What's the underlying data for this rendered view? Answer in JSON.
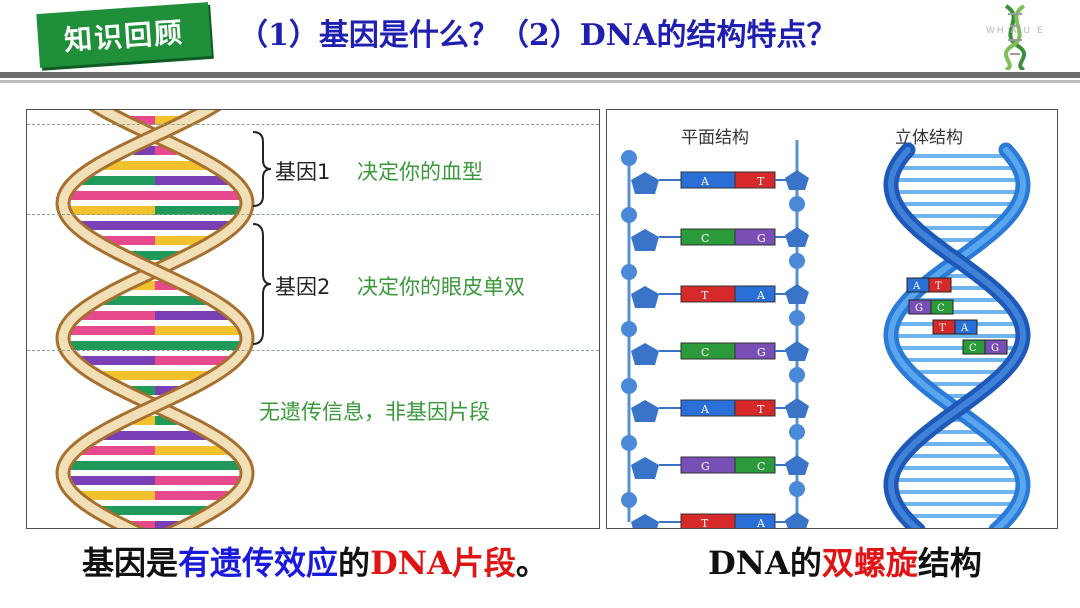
{
  "header": {
    "badge": "知识回顾",
    "title": "（1）基因是什么？（2）DNA的结构特点？",
    "logo_text": "WH  A  U E"
  },
  "left_panel": {
    "genes": [
      {
        "label": "基因1",
        "desc": "决定你的血型"
      },
      {
        "label": "基因2",
        "desc": "决定你的眼皮单双"
      }
    ],
    "non_gene": "无遗传信息，非基因片段"
  },
  "right_panel": {
    "planar_label": "平面结构",
    "stereo_label": "立体结构",
    "planar_pairs": [
      {
        "left": "A",
        "right": "T"
      },
      {
        "left": "C",
        "right": "G"
      },
      {
        "left": "T",
        "right": "A"
      },
      {
        "left": "C",
        "right": "G"
      },
      {
        "left": "A",
        "right": "T"
      },
      {
        "left": "G",
        "right": "C"
      },
      {
        "left": "T",
        "right": "A"
      }
    ],
    "helix_pairs": [
      {
        "left": "A",
        "right": "T"
      },
      {
        "left": "G",
        "right": "C"
      },
      {
        "left": "T",
        "right": "A"
      },
      {
        "left": "C",
        "right": "G"
      }
    ]
  },
  "captions": {
    "left": {
      "p1": "基因是",
      "p2": "有遗传效应",
      "p3": "的",
      "p4": "DNA片段",
      "p5": "。"
    },
    "right": {
      "p1": "DNA的",
      "p2": "双螺旋",
      "p3": "结构"
    }
  },
  "colors": {
    "A": "#f2c12e",
    "T": "#7a3fb5",
    "G": "#1f9a5a",
    "C": "#e64a8c",
    "planar_A": "#2a6fd6",
    "planar_T": "#d62a2a",
    "planar_C": "#2a9a3a",
    "planar_G": "#7a4fb5"
  }
}
